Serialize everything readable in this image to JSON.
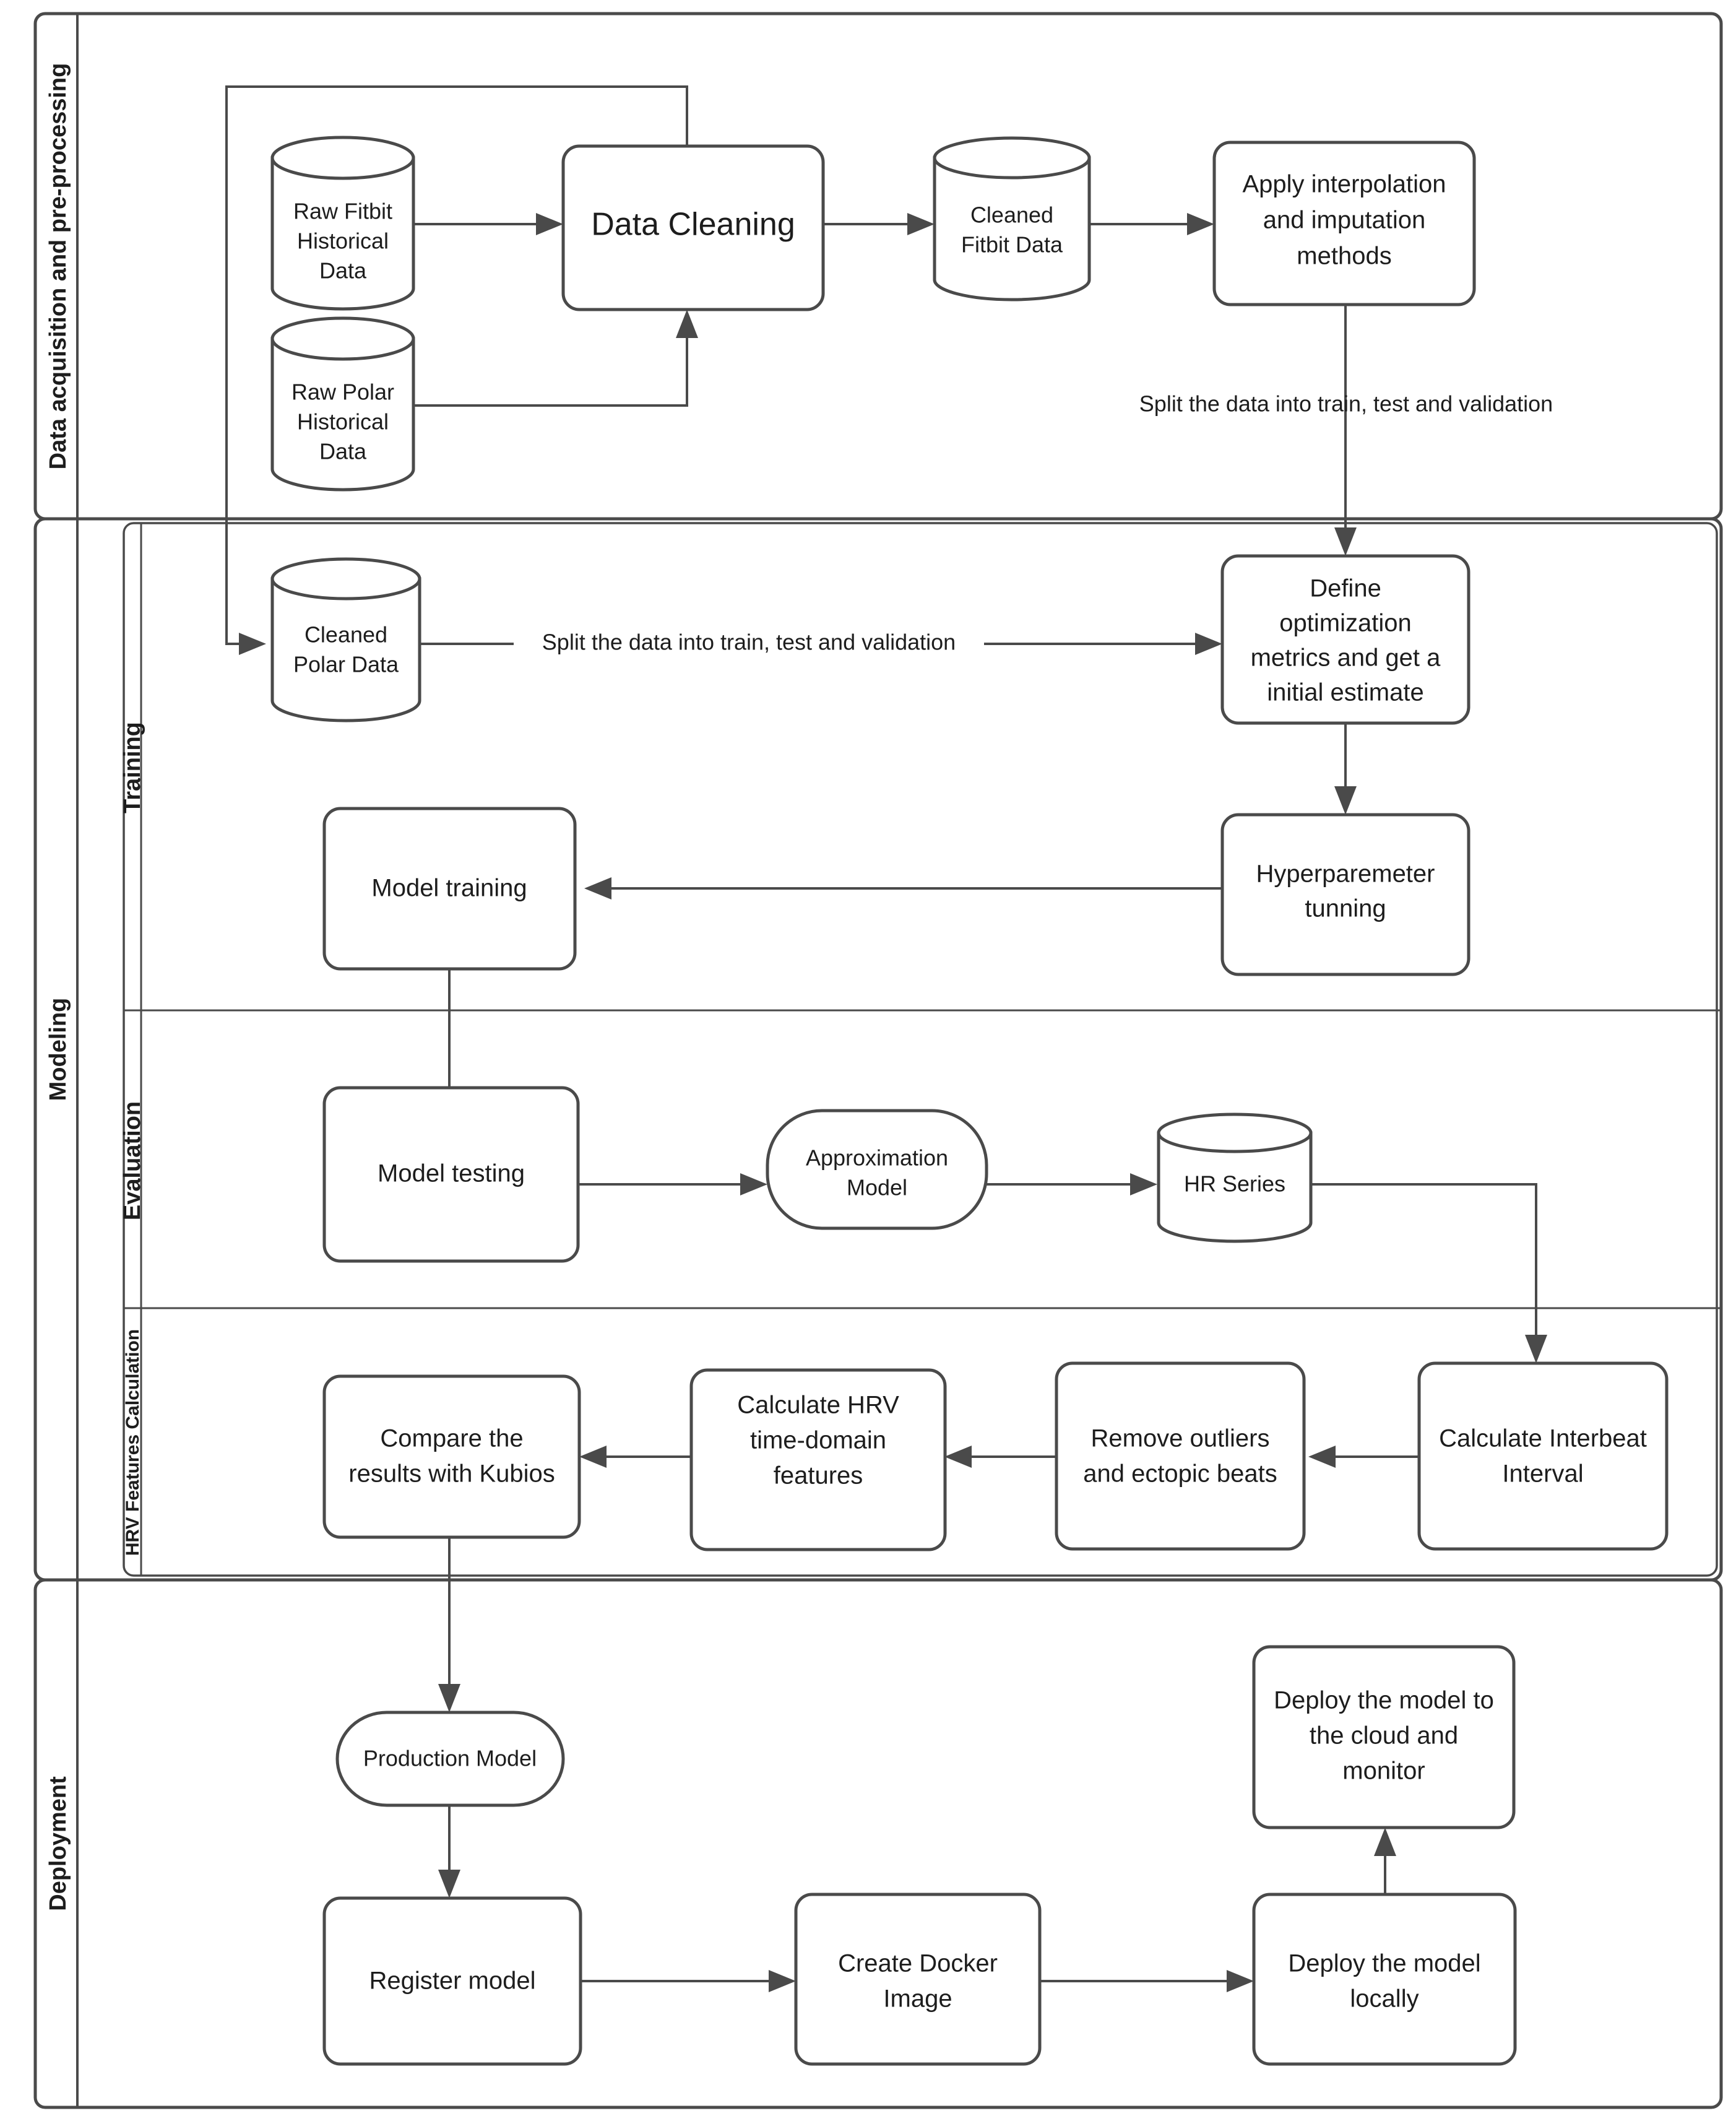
{
  "diagram": {
    "title": "ML pipeline swimlane flowchart",
    "stroke_color": "#4a4a4a",
    "text_color": "#1d1d1d",
    "background": "#ffffff",
    "lanes": [
      {
        "id": "data-acquisition",
        "label": "Data acquisition and pre-processing"
      },
      {
        "id": "modeling",
        "label": "Modeling"
      },
      {
        "id": "training",
        "label": "Training"
      },
      {
        "id": "evaluation",
        "label": "Evaluation"
      },
      {
        "id": "hrv-features",
        "label": "HRV Features Calculation"
      },
      {
        "id": "deployment",
        "label": "Deployment"
      }
    ],
    "nodes": [
      {
        "id": "raw-fitbit",
        "lane": "data-acquisition",
        "shape": "cylinder",
        "label": "Raw Fitbit\nHistorical\nData"
      },
      {
        "id": "raw-polar",
        "lane": "data-acquisition",
        "shape": "cylinder",
        "label": "Raw Polar\nHistorical\nData"
      },
      {
        "id": "data-cleaning",
        "lane": "data-acquisition",
        "shape": "box",
        "label": "Data Cleaning"
      },
      {
        "id": "cleaned-fitbit",
        "lane": "data-acquisition",
        "shape": "cylinder",
        "label": "Cleaned\nFitbit Data"
      },
      {
        "id": "apply-interpolation",
        "lane": "data-acquisition",
        "shape": "box",
        "label": "Apply interpolation\nand imputation\nmethods"
      },
      {
        "id": "cleaned-polar",
        "lane": "training",
        "shape": "cylinder",
        "label": "Cleaned\nPolar Data"
      },
      {
        "id": "define-metrics",
        "lane": "training",
        "shape": "box",
        "label": "Define\noptimization\nmetrics and get a\ninitial estimate"
      },
      {
        "id": "hyperparameter",
        "lane": "training",
        "shape": "box",
        "label": "Hyperparemeter\ntunning"
      },
      {
        "id": "model-training",
        "lane": "training",
        "shape": "box",
        "label": "Model training"
      },
      {
        "id": "model-testing",
        "lane": "evaluation",
        "shape": "box",
        "label": "Model testing"
      },
      {
        "id": "approximation-model",
        "lane": "evaluation",
        "shape": "rounded",
        "label": "Approximation\nModel"
      },
      {
        "id": "hr-series",
        "lane": "evaluation",
        "shape": "cylinder",
        "label": "HR Series"
      },
      {
        "id": "calculate-ibi",
        "lane": "hrv-features",
        "shape": "box",
        "label": "Calculate Interbeat\nInterval"
      },
      {
        "id": "remove-outliers",
        "lane": "hrv-features",
        "shape": "box",
        "label": "Remove outliers\nand ectopic beats"
      },
      {
        "id": "calculate-hrv",
        "lane": "hrv-features",
        "shape": "box",
        "label": "Calculate HRV\ntime-domain\nfeatures"
      },
      {
        "id": "compare-kubios",
        "lane": "hrv-features",
        "shape": "box",
        "label": "Compare the\nresults with Kubios"
      },
      {
        "id": "production-model",
        "lane": "deployment",
        "shape": "rounded",
        "label": "Production Model"
      },
      {
        "id": "register-model",
        "lane": "deployment",
        "shape": "box",
        "label": "Register model"
      },
      {
        "id": "create-docker",
        "lane": "deployment",
        "shape": "box",
        "label": "Create Docker\nImage"
      },
      {
        "id": "deploy-locally",
        "lane": "deployment",
        "shape": "box",
        "label": "Deploy the model\nlocally"
      },
      {
        "id": "deploy-cloud",
        "lane": "deployment",
        "shape": "box",
        "label": "Deploy the model to\nthe cloud and\nmonitor"
      }
    ],
    "edges": [
      {
        "from": "raw-fitbit",
        "to": "data-cleaning",
        "label": ""
      },
      {
        "from": "raw-polar",
        "to": "data-cleaning",
        "label": ""
      },
      {
        "from": "data-cleaning",
        "to": "cleaned-fitbit",
        "label": ""
      },
      {
        "from": "data-cleaning",
        "to": "cleaned-polar",
        "label": ""
      },
      {
        "from": "cleaned-fitbit",
        "to": "apply-interpolation",
        "label": ""
      },
      {
        "from": "apply-interpolation",
        "to": "define-metrics",
        "label": "Split the data into train, test and validation"
      },
      {
        "from": "cleaned-polar",
        "to": "define-metrics",
        "label": "Split the data into train, test and validation"
      },
      {
        "from": "define-metrics",
        "to": "hyperparameter",
        "label": ""
      },
      {
        "from": "hyperparameter",
        "to": "model-training",
        "label": ""
      },
      {
        "from": "model-training",
        "to": "model-testing",
        "label": ""
      },
      {
        "from": "model-testing",
        "to": "approximation-model",
        "label": ""
      },
      {
        "from": "approximation-model",
        "to": "hr-series",
        "label": ""
      },
      {
        "from": "hr-series",
        "to": "calculate-ibi",
        "label": ""
      },
      {
        "from": "calculate-ibi",
        "to": "remove-outliers",
        "label": ""
      },
      {
        "from": "remove-outliers",
        "to": "calculate-hrv",
        "label": ""
      },
      {
        "from": "calculate-hrv",
        "to": "compare-kubios",
        "label": ""
      },
      {
        "from": "compare-kubios",
        "to": "production-model",
        "label": ""
      },
      {
        "from": "production-model",
        "to": "register-model",
        "label": ""
      },
      {
        "from": "register-model",
        "to": "create-docker",
        "label": ""
      },
      {
        "from": "create-docker",
        "to": "deploy-locally",
        "label": ""
      },
      {
        "from": "deploy-locally",
        "to": "deploy-cloud",
        "label": ""
      }
    ],
    "edge_labels": {
      "split_1": "Split the data into train, test and validation",
      "split_2": "Split the data into train, test and validation"
    }
  }
}
